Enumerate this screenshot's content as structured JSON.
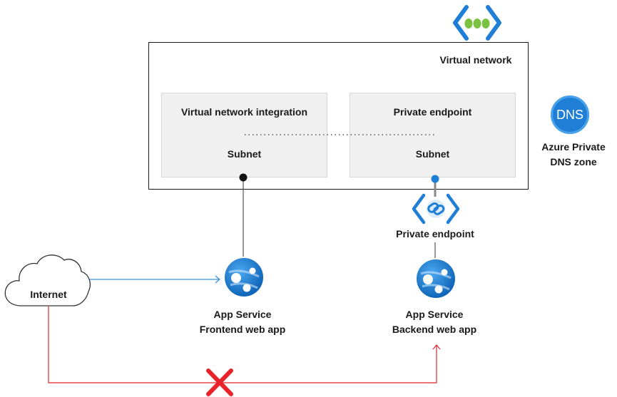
{
  "virtual_network": {
    "label": "Virtual network"
  },
  "subnets": {
    "left": {
      "title": "Virtual network integration",
      "subtitle": "Subnet"
    },
    "right": {
      "title": "Private endpoint",
      "subtitle": "Subnet"
    }
  },
  "dns_zone": {
    "icon_text": "DNS",
    "label_line1": "Azure Private",
    "label_line2": "DNS zone"
  },
  "private_endpoint": {
    "label": "Private endpoint"
  },
  "internet": {
    "label": "Internet"
  },
  "frontend": {
    "line1": "App Service",
    "line2": "Frontend web app"
  },
  "backend": {
    "line1": "App Service",
    "line2": "Backend web app"
  },
  "colors": {
    "blocked_path": "#e8232a",
    "allowed_path": "#3b8ed6",
    "vnet_green": "#7bc142",
    "azure_blue": "#1f7fd6"
  },
  "icons": {
    "vnet": "vnet-icon",
    "dns": "dns-icon",
    "private_endpoint": "private-endpoint-icon",
    "app_service": "app-service-icon",
    "internet": "cloud-icon",
    "blocked": "blocked-x-icon"
  }
}
